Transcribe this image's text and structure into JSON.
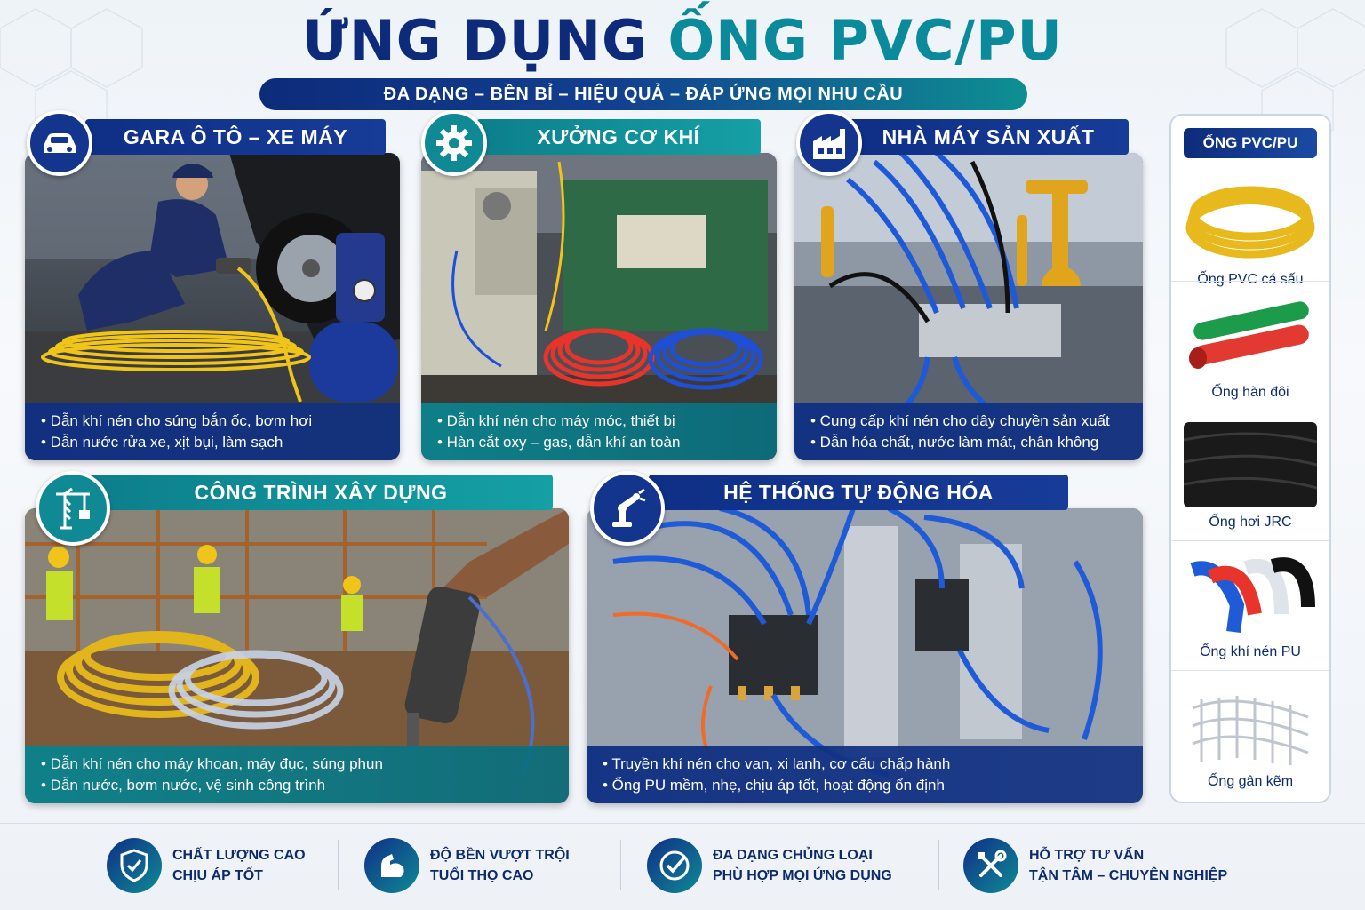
{
  "header": {
    "title_part1": "ỨNG DỤNG",
    "title_part2": "ỐNG PVC/PU",
    "subtitle": "ĐA DẠNG – BỀN BỈ – HIỆU QUẢ – ĐÁP ỨNG MỌI NHU CẦU"
  },
  "sections": {
    "garage": {
      "title": "GARA Ô TÔ – XE MÁY",
      "icon": "car-icon",
      "lines": [
        "• Dẫn khí nén cho súng bắn ốc, bơm hơi",
        "• Dẫn nước rửa xe, xịt bụi, làm sạch"
      ]
    },
    "workshop": {
      "title": "XƯỞNG CƠ KHÍ",
      "icon": "gear-icon",
      "lines": [
        "• Dẫn khí nén cho máy móc, thiết bị",
        "• Hàn cắt oxy – gas, dẫn khí an toàn"
      ]
    },
    "factory": {
      "title": "NHÀ MÁY SẢN XUẤT",
      "icon": "factory-icon",
      "lines": [
        "• Cung cấp khí nén cho dây chuyền sản xuất",
        "• Dẫn hóa chất, nước làm mát, chân không"
      ]
    },
    "construction": {
      "title": "CÔNG TRÌNH XÂY DỰNG",
      "icon": "crane-icon",
      "lines": [
        "• Dẫn khí nén cho máy khoan, máy đục, súng phun",
        "• Dẫn nước, bơm nước, vệ sinh công trình"
      ]
    },
    "automation": {
      "title": "HỆ THỐNG TỰ ĐỘNG HÓA",
      "icon": "robot-arm-icon",
      "lines": [
        "• Truyền khí nén cho van, xi lanh, cơ cấu chấp hành",
        "• Ống PU mềm, nhẹ, chịu áp tốt, hoạt động ổn định"
      ]
    }
  },
  "sidebar": {
    "title": "ỐNG PVC/PU",
    "items": [
      {
        "label": "Ống PVC cá sấu"
      },
      {
        "label": "Ống hàn đôi"
      },
      {
        "label": "Ống hơi JRC"
      },
      {
        "label": "Ống khí nén PU"
      },
      {
        "label": "Ống gân kẽm"
      }
    ]
  },
  "features": [
    {
      "line1": "CHẤT LƯỢNG CAO",
      "line2": "CHỊU ÁP TỐT",
      "icon": "shield-check-icon"
    },
    {
      "line1": "ĐỘ BỀN VƯỢT TRỘI",
      "line2": "TUỔI THỌ CAO",
      "icon": "strong-arm-icon"
    },
    {
      "line1": "ĐA DẠNG CHỦNG LOẠI",
      "line2": "PHÙ HỢP MỌI ỨNG DỤNG",
      "icon": "check-circle-icon"
    },
    {
      "line1": "HỖ TRỢ TƯ VẤN",
      "line2": "TẬN TÂM – CHUYÊN NGHIỆP",
      "icon": "tools-icon"
    }
  ],
  "colors": {
    "navy": "#0d2b7a",
    "teal": "#0a8a9a",
    "white": "#ffffff"
  }
}
